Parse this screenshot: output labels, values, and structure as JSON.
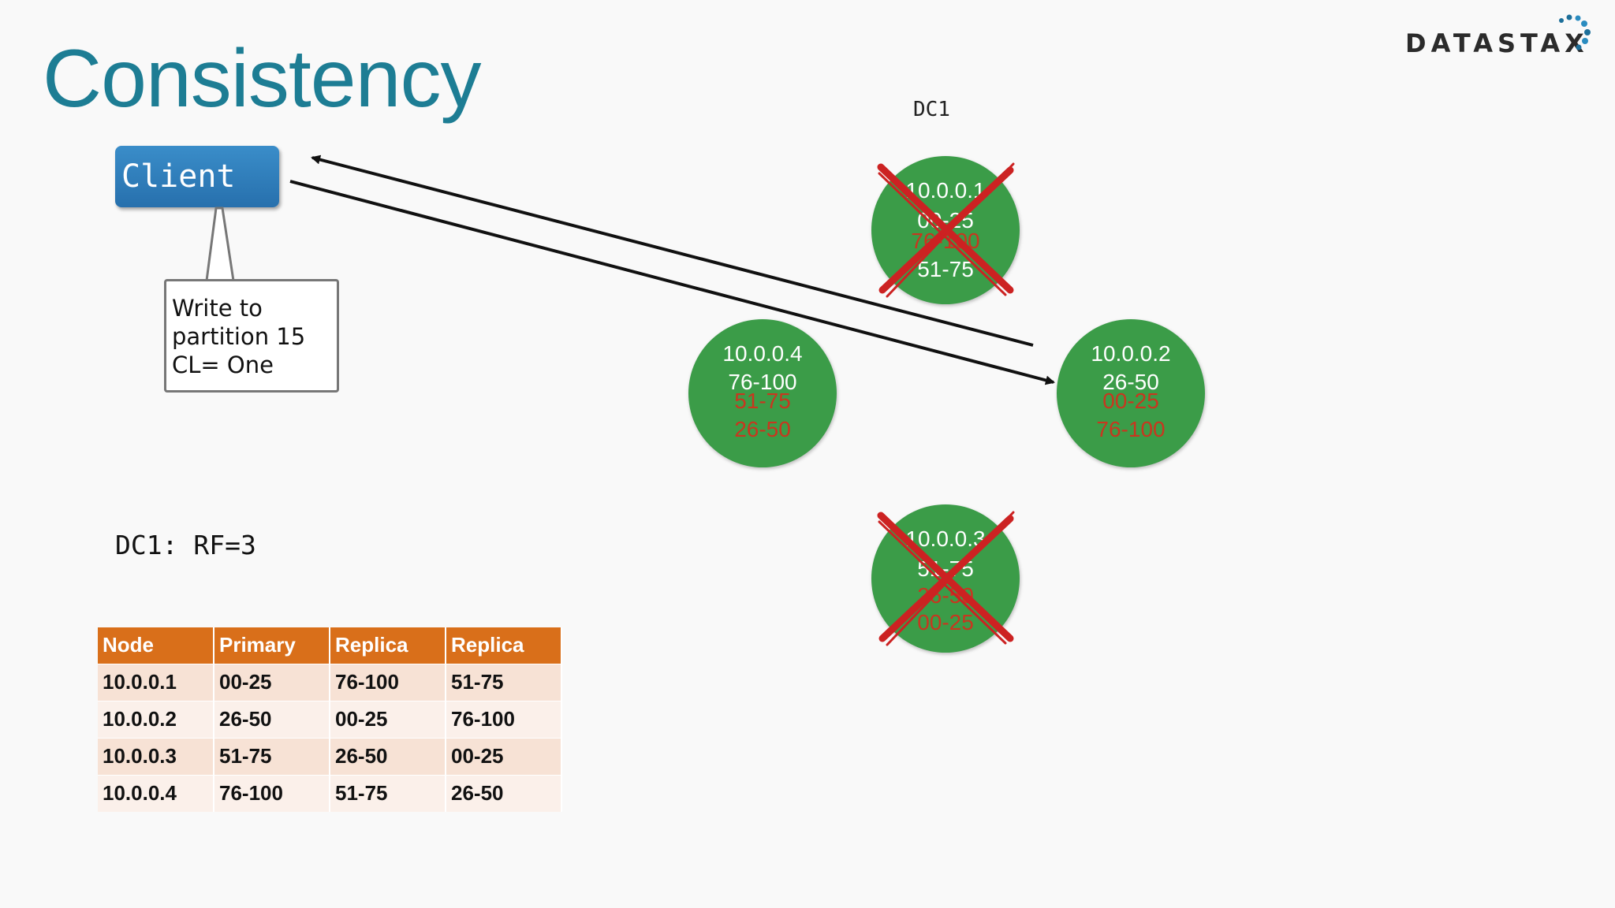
{
  "title": "Consistency",
  "logo": {
    "text": "DATASTAX",
    "icon": "datastax-dots-logo"
  },
  "dc_label": "DC1",
  "client": {
    "label": "Client"
  },
  "callout": {
    "lines": [
      "Write to",
      "partition 15",
      "CL= One"
    ]
  },
  "replication": "DC1:  RF=3",
  "nodes": [
    {
      "ip": "10.0.0.1",
      "ranges": [
        "00-25",
        "76-100",
        "51-75"
      ],
      "down": true
    },
    {
      "ip": "10.0.0.2",
      "ranges": [
        "26-50",
        "00-25",
        "76-100"
      ],
      "down": false
    },
    {
      "ip": "10.0.0.3",
      "ranges": [
        "51-75",
        "26-50",
        "00-25"
      ],
      "down": true
    },
    {
      "ip": "10.0.0.4",
      "ranges": [
        "76-100",
        "51-75",
        "26-50"
      ],
      "down": false
    }
  ],
  "table": {
    "headers": [
      "Node",
      "Primary",
      "Replica",
      "Replica"
    ],
    "rows": [
      [
        "10.0.0.1",
        "00-25",
        "76-100",
        "51-75"
      ],
      [
        "10.0.0.2",
        "26-50",
        "00-25",
        "76-100"
      ],
      [
        "10.0.0.3",
        "51-75",
        "26-50",
        "00-25"
      ],
      [
        "10.0.0.4",
        "76-100",
        "51-75",
        "26-50"
      ]
    ]
  },
  "colors": {
    "title": "#1d7d94",
    "node": "#3b9c48",
    "replica_text": "#c9361f",
    "down_cross": "#cc2222",
    "table_header": "#d96f1a",
    "client": "#2f7fbf"
  }
}
